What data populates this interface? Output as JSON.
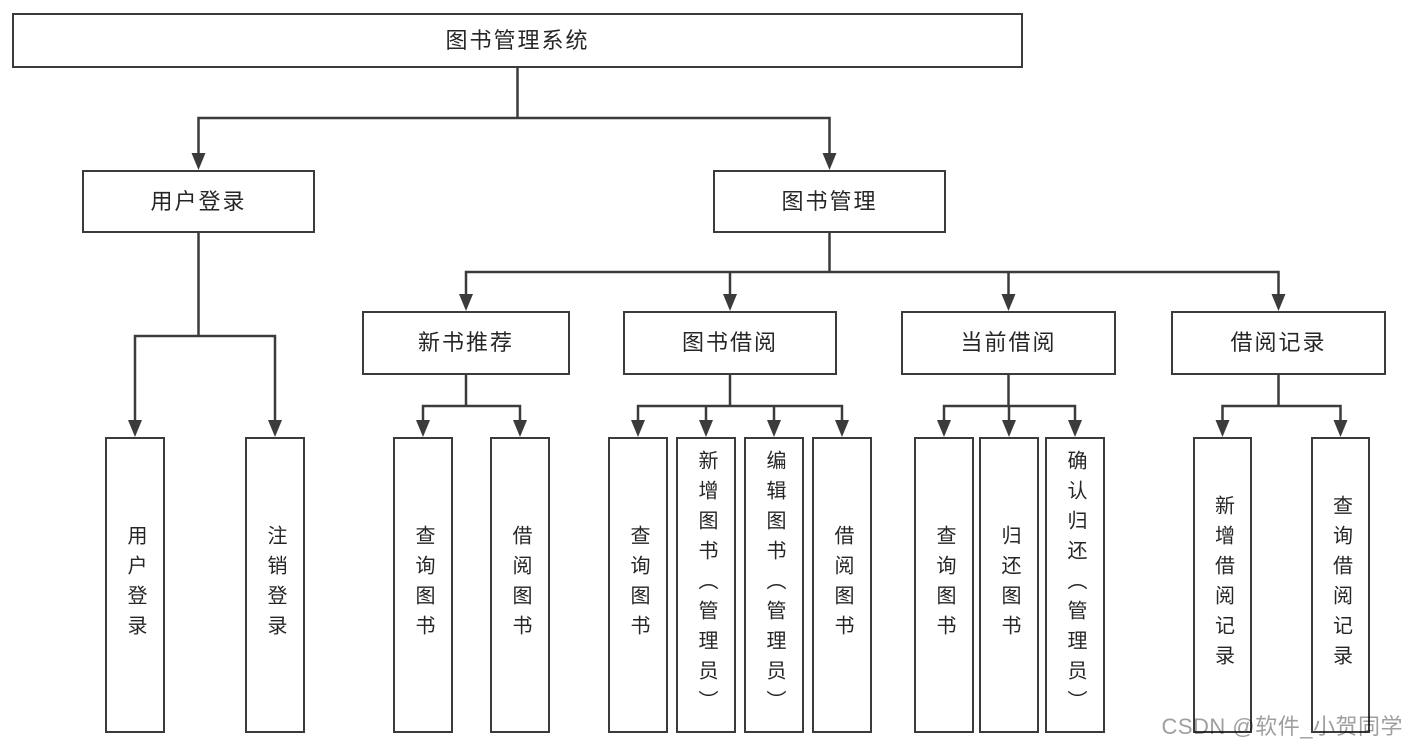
{
  "tree": {
    "root": "图书管理系统",
    "level1": [
      {
        "label": "用户登录",
        "children": [
          "用户登录",
          "注销登录"
        ]
      },
      {
        "label": "图书管理",
        "children": [
          {
            "label": "新书推荐",
            "children": [
              "查询图书",
              "借阅图书"
            ]
          },
          {
            "label": "图书借阅",
            "children": [
              "查询图书",
              "新增图书（管理员）",
              "编辑图书（管理员）",
              "借阅图书"
            ]
          },
          {
            "label": "当前借阅",
            "children": [
              "查询图书",
              "归还图书",
              "确认归还（管理员）"
            ]
          },
          {
            "label": "借阅记录",
            "children": [
              "新增借阅记录",
              "查询借阅记录"
            ]
          }
        ]
      }
    ]
  },
  "watermark": {
    "text": "CSDN @软件_小贺同学"
  },
  "colors": {
    "line": "#3b3b3b",
    "node_border": "#3b3b3b",
    "text": "#262626",
    "watermark": "#9f9f9f",
    "background": "#ffffff"
  }
}
